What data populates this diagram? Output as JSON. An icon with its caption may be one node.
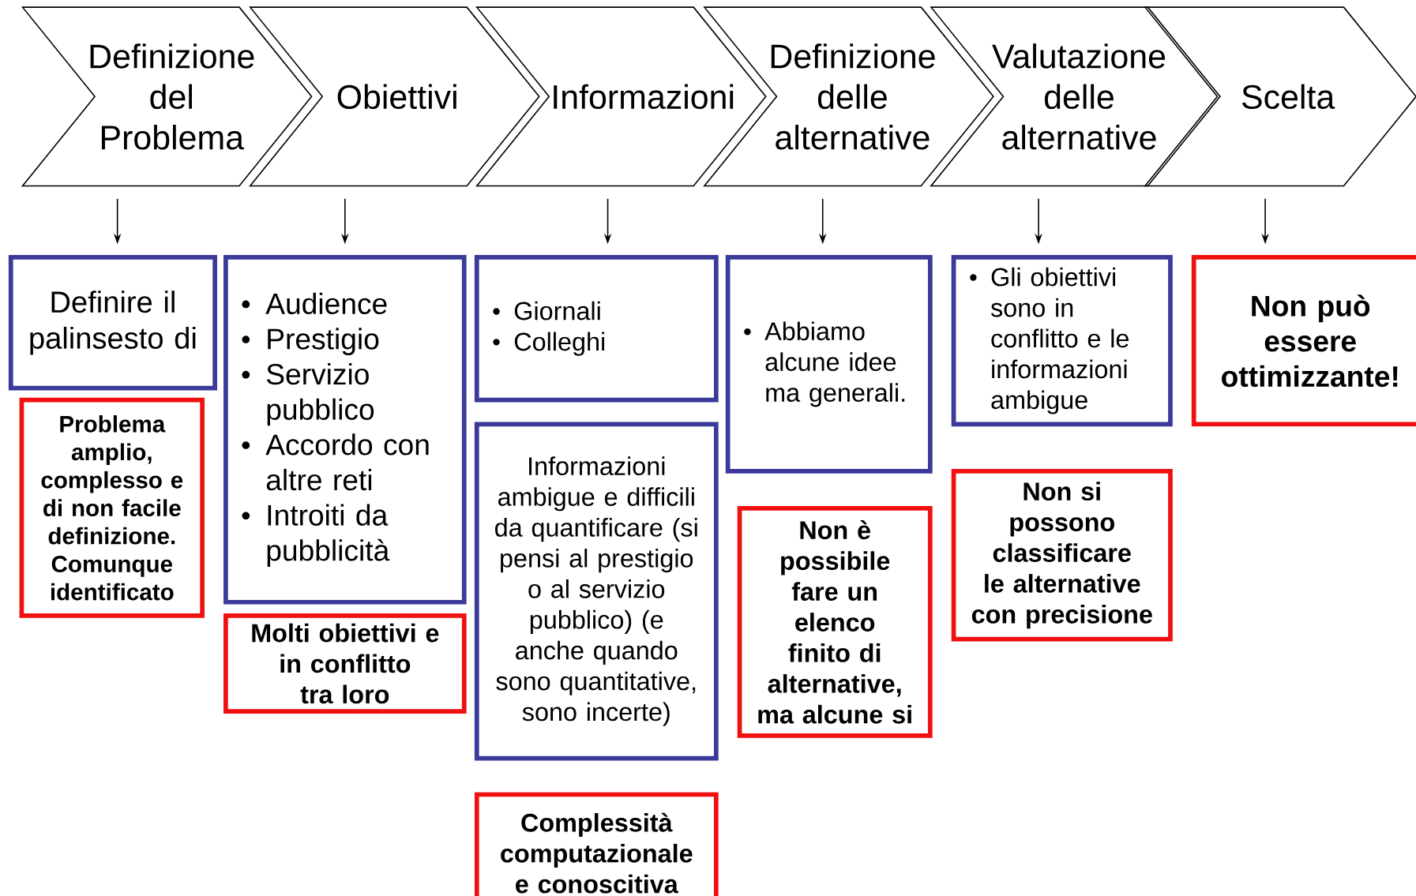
{
  "diagram": {
    "nodes": [
      {
        "text": [
          "Definizione del Problema"
        ]
      },
      {
        "text": [
          "Obiettivi"
        ]
      },
      {
        "text": [
          "Informazioni"
        ]
      },
      {
        "text": [
          "Definizione delle alternative"
        ]
      },
      {
        "text": [
          "Valutazione delle alternative"
        ]
      },
      {
        "text": [
          "Scelta"
        ]
      },
      {
        "text": [
          "Definire il palinsesto di"
        ]
      },
      {
        "text": [
          "Problema amplio, complesso e di non facile definizione. Comunque identificato"
        ]
      },
      {
        "text": [
          "Audience",
          "Prestigio",
          "Servizio pubblico",
          "Accordo con altre reti",
          "Introiti da pubblicità"
        ]
      },
      {
        "text": [
          "Molti obiettivi e in conflitto tra loro"
        ]
      },
      {
        "text": [
          "Giornali",
          "Colleghi"
        ]
      },
      {
        "text": [
          "Informazioni ambigue e difficili da quantificare (si pensi al prestigio o al servizio pubblico) (e anche quando sono quantitative, sono incerte)"
        ]
      },
      {
        "text": [
          "Complessità computazionale e conoscitiva"
        ]
      },
      {
        "text": [
          "Abbiamo alcune idee ma generali."
        ]
      },
      {
        "text": [
          "Non è possibile fare un elenco finito di alternative, ma alcune si"
        ]
      },
      {
        "text": [
          "Gli obiettivi sono in conflitto e le informazioni ambigue"
        ]
      },
      {
        "text": [
          "Non si possono classificare le alternative con precisione"
        ]
      },
      {
        "text": [
          "Non può essere ottimizzante!"
        ]
      }
    ],
    "edges": [
      {
        "from": 0,
        "to": 6,
        "arrow": "to"
      },
      {
        "from": 1,
        "to": 8,
        "arrow": "to"
      },
      {
        "from": 2,
        "to": 10,
        "arrow": "to"
      },
      {
        "from": 3,
        "to": 13,
        "arrow": "to"
      },
      {
        "from": 4,
        "to": 15,
        "arrow": "to"
      },
      {
        "from": 5,
        "to": 17,
        "arrow": "to"
      }
    ]
  }
}
